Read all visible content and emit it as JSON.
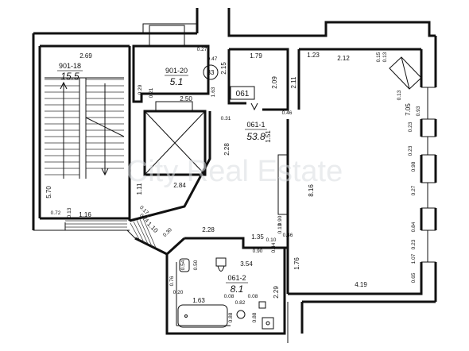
{
  "plan": {
    "labels": {
      "apt_number": "061",
      "floor_marker": "33",
      "watermark": "City Real Estate"
    },
    "rooms": [
      {
        "id": "901-18",
        "area": "15.5"
      },
      {
        "id": "901-20",
        "area": "5.1"
      },
      {
        "id": "061-1",
        "area": "53.8"
      },
      {
        "id": "061-2",
        "area": "8.1"
      }
    ],
    "dimensions": [
      "2.69",
      "5.70",
      "0.72",
      "0.13",
      "1.16",
      "0.27",
      "0.47",
      "0.29",
      "0.21",
      "2.50",
      "1.63",
      "1.79",
      "2.15",
      "2.09",
      "2.11",
      "1.23",
      "2.12",
      "0.15",
      "0.13",
      "0.13",
      "0.93",
      "7.05",
      "0.23",
      "0.23",
      "0.98",
      "0.27",
      "0.84",
      "0.23",
      "1.07",
      "0.65",
      "0.31",
      "0.46",
      "1.51",
      "2.28",
      "1.11",
      "2.84",
      "8.16",
      "0.90",
      "0.13",
      "0.17",
      "0.74",
      "1.10",
      "0.30",
      "2.28",
      "1.35",
      "0.10",
      "0.46",
      "0.90",
      "0.44",
      "1.76",
      "4.19",
      "0.54",
      "0.50",
      "3.54",
      "0.76",
      "0.20",
      "2.29",
      "1.63",
      "0.08",
      "0.82",
      "0.08",
      "0.88",
      "0.88"
    ]
  }
}
